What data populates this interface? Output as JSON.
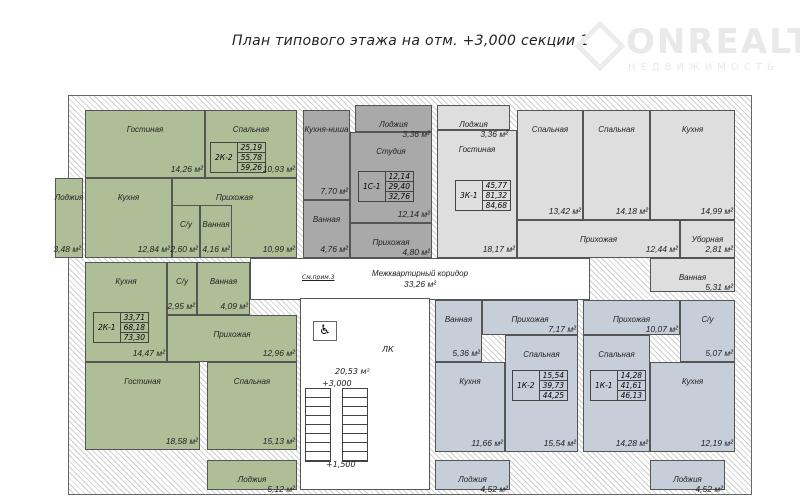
{
  "title": "План типового этажа на отм. +3,000 секции 1",
  "watermark": {
    "brand": "ONREALT",
    "sub": "НЕДВИЖИМОСТЬ"
  },
  "apartments": [
    {
      "code": "2К-2",
      "areas": [
        "25,19",
        "55,78",
        "59,26"
      ],
      "rooms": [
        {
          "name": "Гостиная",
          "area": "14,26 м²"
        },
        {
          "name": "Спальная",
          "area": "10,93 м²"
        },
        {
          "name": "Кухня",
          "area": "12,84 м²"
        },
        {
          "name": "С/у",
          "area": "2,60 м²"
        },
        {
          "name": "Ванная",
          "area": "4,16 м²"
        },
        {
          "name": "Прихожая",
          "area": "10,99 м²"
        },
        {
          "name": "Лоджия",
          "area": "3,48 м²"
        }
      ]
    },
    {
      "code": "1С-1",
      "areas": [
        "12,14",
        "29,40",
        "32,76"
      ],
      "rooms": [
        {
          "name": "Кухня-ниша",
          "area": "7,70 м²"
        },
        {
          "name": "Студия",
          "area": "12,14 м²"
        },
        {
          "name": "Ванная",
          "area": "4,76 м²"
        },
        {
          "name": "Прихожая",
          "area": "4,80 м²"
        },
        {
          "name": "Лоджия",
          "area": "3,36 м²"
        }
      ]
    },
    {
      "code": "3К-1",
      "areas": [
        "45,77",
        "81,32",
        "84,68"
      ],
      "rooms": [
        {
          "name": "Гостиная",
          "area": "18,17 м²"
        },
        {
          "name": "Спальная",
          "area": "13,42 м²"
        },
        {
          "name": "Спальная",
          "area": "14,18 м²"
        },
        {
          "name": "Кухня",
          "area": "14,99 м²"
        },
        {
          "name": "Прихожая",
          "area": "12,44 м²"
        },
        {
          "name": "Уборная",
          "area": "2,81 м²"
        },
        {
          "name": "Ванная",
          "area": "5,31 м²"
        },
        {
          "name": "Лоджия",
          "area": "3,36 м²"
        }
      ]
    },
    {
      "code": "2К-1",
      "areas": [
        "33,71",
        "68,18",
        "73,30"
      ],
      "rooms": [
        {
          "name": "Кухня",
          "area": "14,47 м²"
        },
        {
          "name": "С/у",
          "area": "2,95 м²"
        },
        {
          "name": "Ванная",
          "area": "4,09 м²"
        },
        {
          "name": "Прихожая",
          "area": "12,96 м²"
        },
        {
          "name": "Гостиная",
          "area": "18,58 м²"
        },
        {
          "name": "Спальная",
          "area": "15,13 м²"
        },
        {
          "name": "Лоджия",
          "area": "5,12 м²"
        }
      ]
    },
    {
      "code": "1К-2",
      "areas": [
        "15,54",
        "39,73",
        "44,25"
      ],
      "rooms": [
        {
          "name": "Ванная",
          "area": "5,36 м²"
        },
        {
          "name": "Прихожая",
          "area": "7,17 м²"
        },
        {
          "name": "Кухня",
          "area": "11,66 м²"
        },
        {
          "name": "Спальная",
          "area": "15,54 м²"
        },
        {
          "name": "Лоджия",
          "area": "4,52 м²"
        }
      ]
    },
    {
      "code": "1К-1",
      "areas": [
        "14,28",
        "41,61",
        "46,13"
      ],
      "rooms": [
        {
          "name": "Прихожая",
          "area": "10,07 м²"
        },
        {
          "name": "С/у",
          "area": "5,07 м²"
        },
        {
          "name": "Спальная",
          "area": "14,28 м²"
        },
        {
          "name": "Кухня",
          "area": "12,19 м²"
        },
        {
          "name": "Лоджия",
          "area": "4,52 м²"
        }
      ]
    }
  ],
  "common": {
    "corridor": {
      "name": "Межквартирный коридор",
      "area": "33,26 м²"
    },
    "stair": {
      "label": "ЛК",
      "area": "20,53 м²",
      "mark_top": "+3,000",
      "mark_bottom": "+1,500",
      "note": "См.прим.3"
    },
    "colors": {
      "green": "#aebf98",
      "dark": "#a9a9a9",
      "light": "#dedede",
      "blue": "#c6cfd9"
    }
  }
}
